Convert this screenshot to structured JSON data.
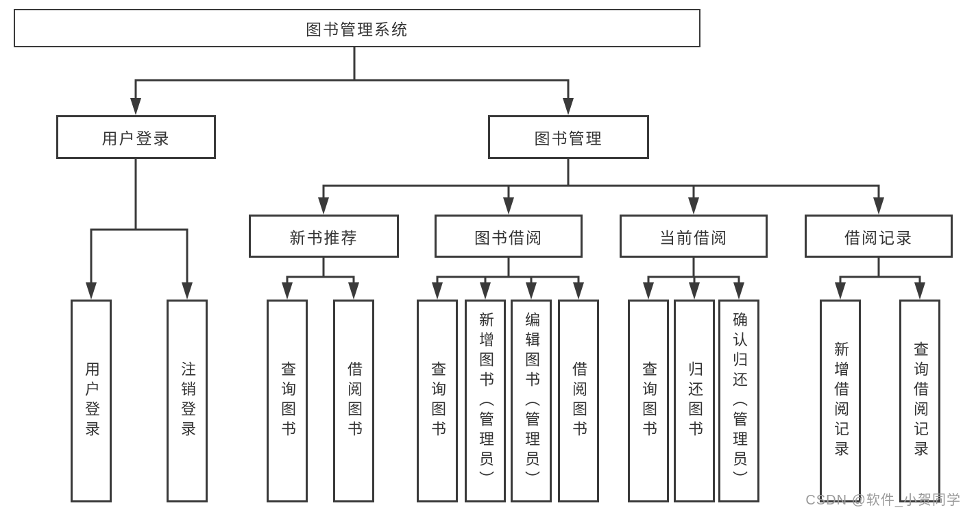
{
  "diagram": {
    "tree": {
      "root": {
        "label": "图书管理系统"
      },
      "level2": [
        {
          "label": "用户登录",
          "children": [
            {
              "label": "用户登录"
            },
            {
              "label": "注销登录"
            }
          ]
        },
        {
          "label": "图书管理",
          "children": [
            {
              "label": "新书推荐",
              "children": [
                {
                  "label": "查询图书"
                },
                {
                  "label": "借阅图书"
                }
              ]
            },
            {
              "label": "图书借阅",
              "children": [
                {
                  "label": "查询图书"
                },
                {
                  "label": "新增图书（管理员）"
                },
                {
                  "label": "编辑图书（管理员）"
                },
                {
                  "label": "借阅图书"
                }
              ]
            },
            {
              "label": "当前借阅",
              "children": [
                {
                  "label": "查询图书"
                },
                {
                  "label": "归还图书"
                },
                {
                  "label": "确认归还（管理员）"
                }
              ]
            },
            {
              "label": "借阅记录",
              "children": [
                {
                  "label": "新增借阅记录"
                },
                {
                  "label": "查询借阅记录"
                }
              ]
            }
          ]
        }
      ]
    }
  },
  "watermark": {
    "text": "CSDN @软件_小贺同学"
  },
  "colors": {
    "line": "#3a3a3a",
    "text": "#333333",
    "background": "#ffffff",
    "watermark": "#9a9a9a"
  }
}
